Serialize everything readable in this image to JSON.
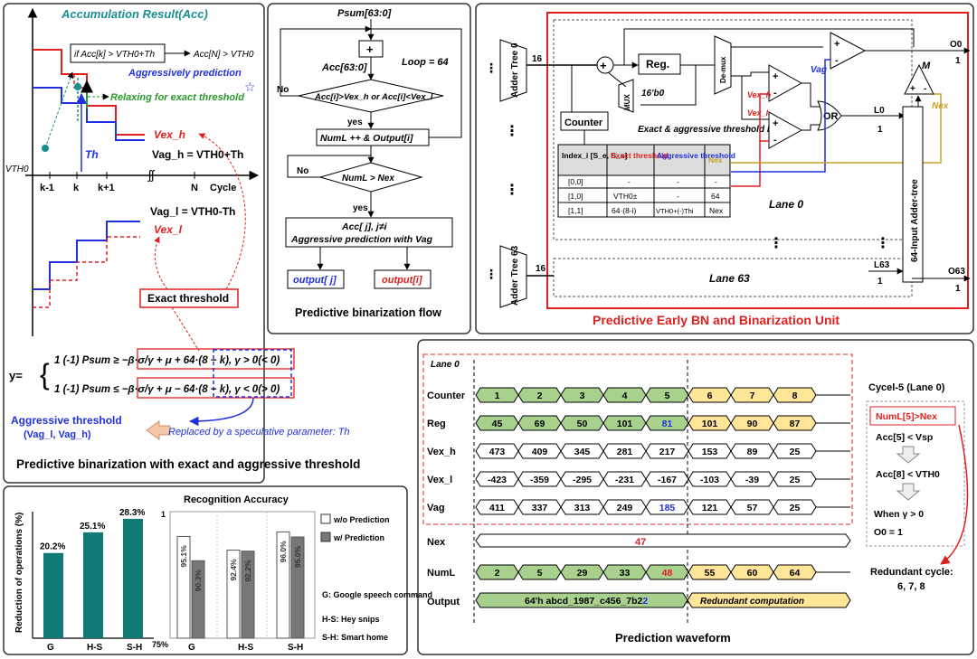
{
  "accum": {
    "title": "Accumulation Result(Acc)",
    "condition": "if Acc[k] > VTH0+Th",
    "result": "Acc[N] > VTH0",
    "aggressive": "Aggressively prediction",
    "relaxing": "Relaxing for exact threshold",
    "th": "Th",
    "vex_h": "Vex_h",
    "vag_h": "Vag_h = VTH0+Th",
    "vth0": "VTH0",
    "vag_l": "Vag_l = VTH0-Th",
    "vex_l": "Vex_l",
    "ticks": [
      "k-1",
      "k",
      "k+1",
      "N",
      "Cycle"
    ],
    "exact_threshold": "Exact threshold",
    "eq_y": "y=",
    "eq1": "1 (-1) Psum ≥ −β·σ/γ + μ + 64·(8 − k),  γ > 0(< 0)",
    "eq2": "1 (-1) Psum ≤ −β·σ/γ + μ − 64·(8 − k),  γ < 0(> 0)",
    "aggr_thr_1": "Aggressive threshold",
    "aggr_thr_2": "(Vag_l, Vag_h)",
    "replaced": "Replaced by a speculative parameter: Th",
    "caption": "Predictive binarization with exact and aggressive threshold"
  },
  "flow": {
    "psum": "Psum[63:0]",
    "acc": "Acc[63:0]",
    "loop": "Loop = 64",
    "decision1": "Acc[i]>Vex_h or Acc[i]<Vex_l",
    "no": "No",
    "yes": "yes",
    "numl": "NumL ++ & Output[i]",
    "decision2": "NumL > Nex",
    "acc_j": "Acc[ j], j≠i",
    "aggr_pred": "Aggressive prediction with Vag",
    "out_j": "output[ j]",
    "out_i": "output[i]",
    "caption": "Predictive binarization flow"
  },
  "unit": {
    "adder0": "Adder Tree 0",
    "adder63": "Adder Tree 63",
    "bus": "16",
    "reg": "Reg.",
    "demux": "De-mux",
    "mux": "MUX",
    "zero": "16'b0",
    "counter": "Counter",
    "lut_title": "Exact & aggressive threshold LUT",
    "lut_headers": [
      "Index_i [S_e, S_s]",
      "Exact threshold",
      "Aggressive threshold",
      "Nex"
    ],
    "lut_rows": [
      [
        "[0,0]",
        "-",
        "-",
        "-"
      ],
      [
        "[1,0]",
        "VTH0±",
        "-",
        "64"
      ],
      [
        "[1,1]",
        "64·(8-i)",
        "VTH0+(-)Thi",
        "Nex"
      ]
    ],
    "vag": "Vag",
    "vex_h": "Vex_h",
    "vex_l": "Vex_l",
    "or": "OR",
    "l0": "L0",
    "l63": "L63",
    "one": "1",
    "lane0": "Lane 0",
    "lane63": "Lane 63",
    "adder64": "64-Input Adder-tree",
    "m": "M",
    "nex": "Nex",
    "o0": "O0",
    "o63": "O63",
    "caption": "Predictive Early BN and Binarization Unit"
  },
  "ops_chart": {
    "ylabel": "Reduction of operations (%)"
  },
  "acc_chart": {
    "title": "Recognition Accuracy",
    "ymin_label": "75%",
    "ymax_label": "1",
    "legend": [
      "w/o Prediction",
      "w/  Prediction"
    ],
    "notes": [
      "G: Google speech command",
      "H-S: Hey snips",
      "S-H: Smart home"
    ]
  },
  "chart_data": [
    {
      "type": "bar",
      "categories": [
        "G",
        "H-S",
        "S-H"
      ],
      "values": [
        20.2,
        25.1,
        28.3
      ],
      "ylabel": "Reduction of operations (%)",
      "value_labels": [
        "20.2%",
        "25.1%",
        "28.3%"
      ],
      "color": "#117a74"
    },
    {
      "type": "bar",
      "title": "Recognition Accuracy",
      "categories": [
        "G",
        "H-S",
        "S-H"
      ],
      "series": [
        {
          "name": "w/o Prediction",
          "values": [
            95.1,
            92.4,
            96.0
          ],
          "labels": [
            "95.1%",
            "92.4%",
            "96.0%"
          ]
        },
        {
          "name": "w/  Prediction",
          "values": [
            90.3,
            92.2,
            95.0
          ],
          "labels": [
            "90.3%",
            "92.2%",
            "95.0%"
          ]
        }
      ],
      "ylim": [
        75,
        100
      ]
    }
  ],
  "wave": {
    "lane": "Lane 0",
    "signals": [
      "Counter",
      "Reg",
      "Vex_h",
      "Vex_l",
      "Vag"
    ],
    "counter": [
      "1",
      "2",
      "3",
      "4",
      "5",
      "6",
      "7",
      "8"
    ],
    "reg": [
      "45",
      "69",
      "50",
      "101",
      "81",
      "101",
      "90",
      "87"
    ],
    "vex_h": [
      "473",
      "409",
      "345",
      "281",
      "217",
      "153",
      "89",
      "25"
    ],
    "vex_l": [
      "-423",
      "-359",
      "-295",
      "-231",
      "-167",
      "-103",
      "-39",
      "25"
    ],
    "vag": [
      "411",
      "337",
      "313",
      "249",
      "185",
      "121",
      "57",
      "25"
    ],
    "nex_label": "Nex",
    "nex_value": "47",
    "numl_label": "NumL",
    "numl": [
      "2",
      "5",
      "29",
      "33",
      "48",
      "55",
      "60",
      "64"
    ],
    "output_label": "Output",
    "output_a": "64'h abcd_1987_c456_7b2",
    "output_b": "2",
    "redundant_comp": "Redundant computation",
    "cycle_title": "Cycel-5 (Lane 0)",
    "step1": "NumL[5]>Nex",
    "step2": "Acc[5] < Vsp",
    "step3": "Acc[8] < VTH0",
    "step4": "When γ > 0",
    "step5": "O0 = 1",
    "redundant_1": "Redundant cycle:",
    "redundant_2": "6, 7, 8",
    "caption": "Prediction waveform"
  }
}
